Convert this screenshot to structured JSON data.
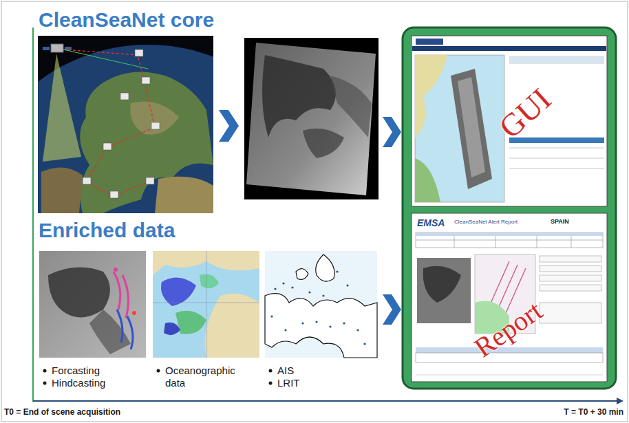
{
  "diagram": {
    "nodes": [
      {
        "text": [
          "GUI"
        ]
      },
      {
        "text": [
          "Report"
        ]
      }
    ],
    "labels": [
      "CleanSeaNet core",
      "Enriched data",
      "Forcasting",
      "Hindcasting",
      "Oceanographic data",
      "AIS",
      "LRIT",
      "T0 = End of scene acquisition",
      "T = T0 + 30 min",
      "EMSA",
      "CleanSeaNet Alert Report",
      "SPAIN"
    ]
  }
}
